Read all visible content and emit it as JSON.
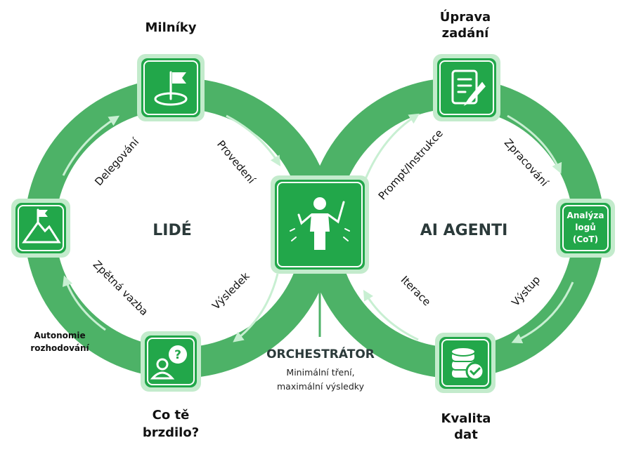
{
  "colors": {
    "ring": "#4db267",
    "box": "#22a74a",
    "box_halo": "#c3ebcc",
    "arrow": "#c8efd2",
    "text": "#111111"
  },
  "left_loop": {
    "center_label": "LIDÉ",
    "nodes": {
      "top": {
        "label_lines": [
          "Milníky"
        ],
        "icon": "flag-hole-icon"
      },
      "left": {
        "label_lines": [
          "Autonomie",
          "rozhodování"
        ],
        "icon": "mountain-flag-icon"
      },
      "bottom": {
        "label_lines": [
          "Co tě",
          "brzdilo?"
        ],
        "icon": "person-question-icon"
      }
    },
    "edges": [
      "Delegování",
      "Provedení",
      "Výsledek",
      "Zpětná vazba"
    ]
  },
  "right_loop": {
    "center_label": "AI AGENTI",
    "nodes": {
      "top": {
        "label_lines": [
          "Úprava",
          "zadání"
        ],
        "icon": "document-edit-icon"
      },
      "right": {
        "label_lines": [
          "Analýza",
          "logů",
          "(CoT)"
        ]
      },
      "bottom": {
        "label_lines": [
          "Kvalita",
          "dat"
        ],
        "icon": "database-check-icon"
      }
    },
    "edges": [
      "Prompt/Instrukce",
      "Zpracování",
      "Výstup",
      "Iterace"
    ]
  },
  "orchestrator": {
    "title": "ORCHESTRÁTOR",
    "subtitle_lines": [
      "Minimální tření,",
      "maximální výsledky"
    ],
    "icon": "conductor-icon"
  }
}
